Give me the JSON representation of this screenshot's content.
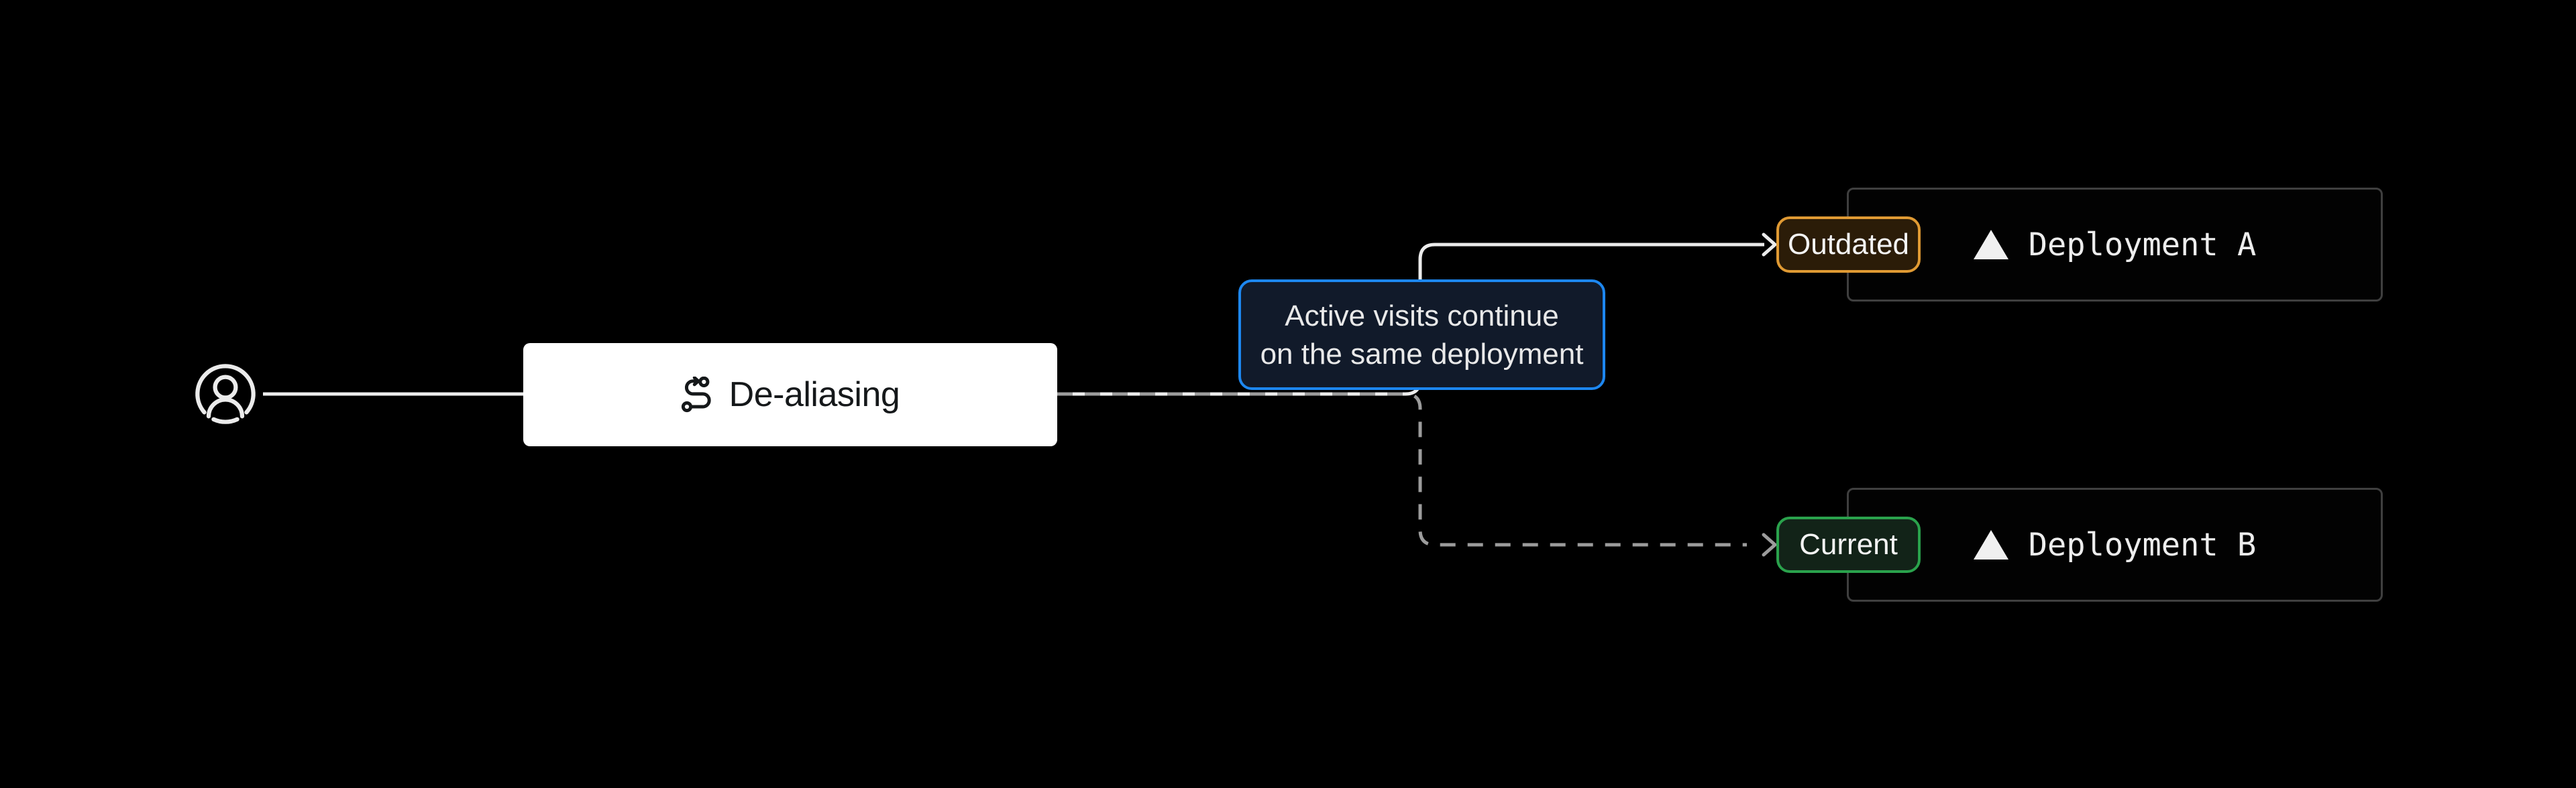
{
  "diagram_title": "de-aliasing-flow",
  "user": {
    "icon": "user-circle-icon"
  },
  "process": {
    "label": "De-aliasing",
    "icon": "route-icon",
    "bg_color": "#ffffff",
    "text_color": "#15181a"
  },
  "tooltip": {
    "line1": "Active visits continue",
    "line2": "on the same deployment",
    "border_color": "#1d87f0",
    "bg_color": "#111a2a",
    "text_color": "#e9e9e9"
  },
  "deployments": [
    {
      "name": "Deployment A",
      "icon": "vercel-triangle-icon",
      "connector": "solid",
      "badge": {
        "label": "Outdated",
        "border_color": "#e09a33",
        "bg_color": "#2b1c08",
        "text_color": "#f3f3f3"
      }
    },
    {
      "name": "Deployment B",
      "icon": "vercel-triangle-icon",
      "connector": "dashed",
      "badge": {
        "label": "Current",
        "border_color": "#2aa24c",
        "bg_color": "#122318",
        "text_color": "#f3f3f3"
      }
    }
  ],
  "colors": {
    "background": "#000000",
    "solid_line": "#ececec",
    "dashed_line": "#9c9c9c",
    "box_border": "#3f3f3f",
    "deploy_box_bg": "#020202",
    "icon_stroke": "#ebebeb",
    "deploy_text": "#ededed"
  }
}
